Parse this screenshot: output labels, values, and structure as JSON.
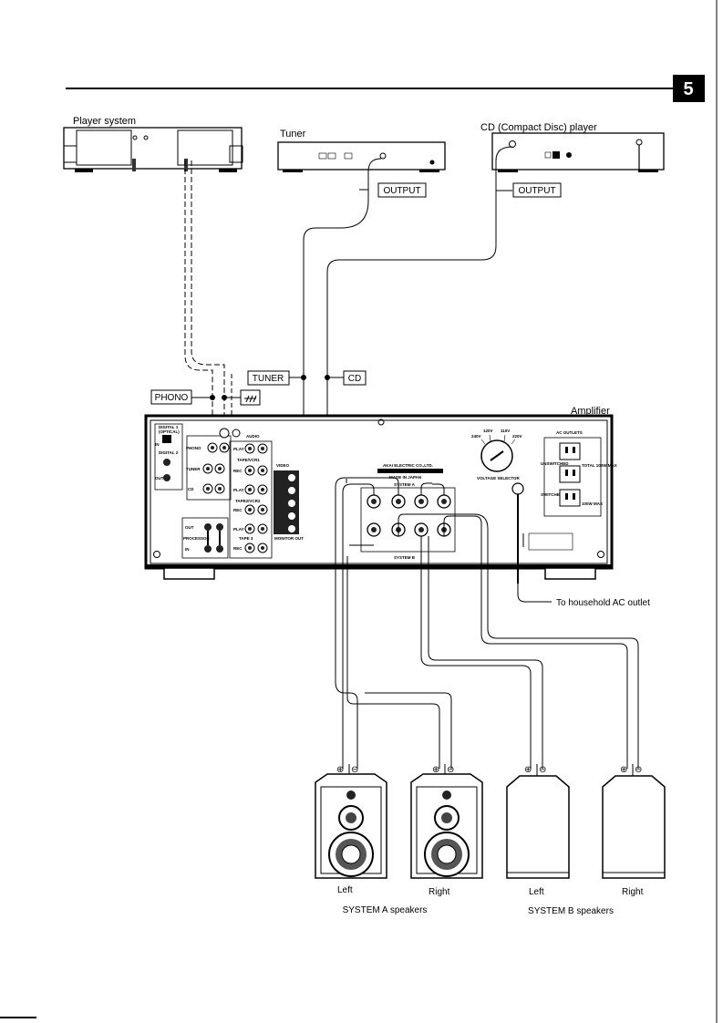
{
  "page_number": "5",
  "components": {
    "player_system": "Player system",
    "tuner": "Tuner",
    "cd_player": "CD (Compact Disc) player",
    "amplifier": "Amplifier"
  },
  "connectors": {
    "tuner_output": "OUTPUT",
    "cd_output": "OUTPUT",
    "phono": "PHONO",
    "tuner_input": "TUNER",
    "cd_input": "CD"
  },
  "ac_outlet_label": "To household AC outlet",
  "speakers": {
    "system_a_left": "Left",
    "system_a_right": "Right",
    "system_b_left": "Left",
    "system_b_right": "Right",
    "system_a_caption": "SYSTEM A speakers",
    "system_b_caption": "SYSTEM B speakers"
  },
  "amp_panel": {
    "digital_1": "DIGITAL 1",
    "optical": "(OPTICAL)",
    "digital_2": "DIGITAL 2",
    "in": "IN",
    "out": "OUT",
    "processor": "PROCESSOR",
    "phono": "PHONO",
    "tuner": "TUNER",
    "cd": "CD",
    "audio": "AUDIO",
    "play": "PLAY",
    "rec": "REC",
    "tape_vcr1": "TAPE/VCR1",
    "tape_vcr2": "TAPE2/VCR2",
    "tape_3": "TAPE 3",
    "video": "VIDEO",
    "monitor_out": "MONITOR OUT",
    "maker": "AKAI ELECTRIC CO.,LTD.",
    "made_in": "MADE IN JAPAN",
    "system_a": "SYSTEM A",
    "system_b": "SYSTEM B",
    "voltage_selector": "VOLTAGE SELECTOR",
    "v240": "240V",
    "v120": "120V",
    "v110": "110V",
    "v220": "220V",
    "ac_outlets": "AC OUTLETS",
    "unswitched": "UNSWITCHED",
    "switched": "SWITCHED",
    "total": "TOTAL 100W MAX",
    "w100": "100W MAX"
  },
  "colors": {
    "ink": "#000000",
    "paper": "#ffffff",
    "jack_fill": "#222222"
  }
}
